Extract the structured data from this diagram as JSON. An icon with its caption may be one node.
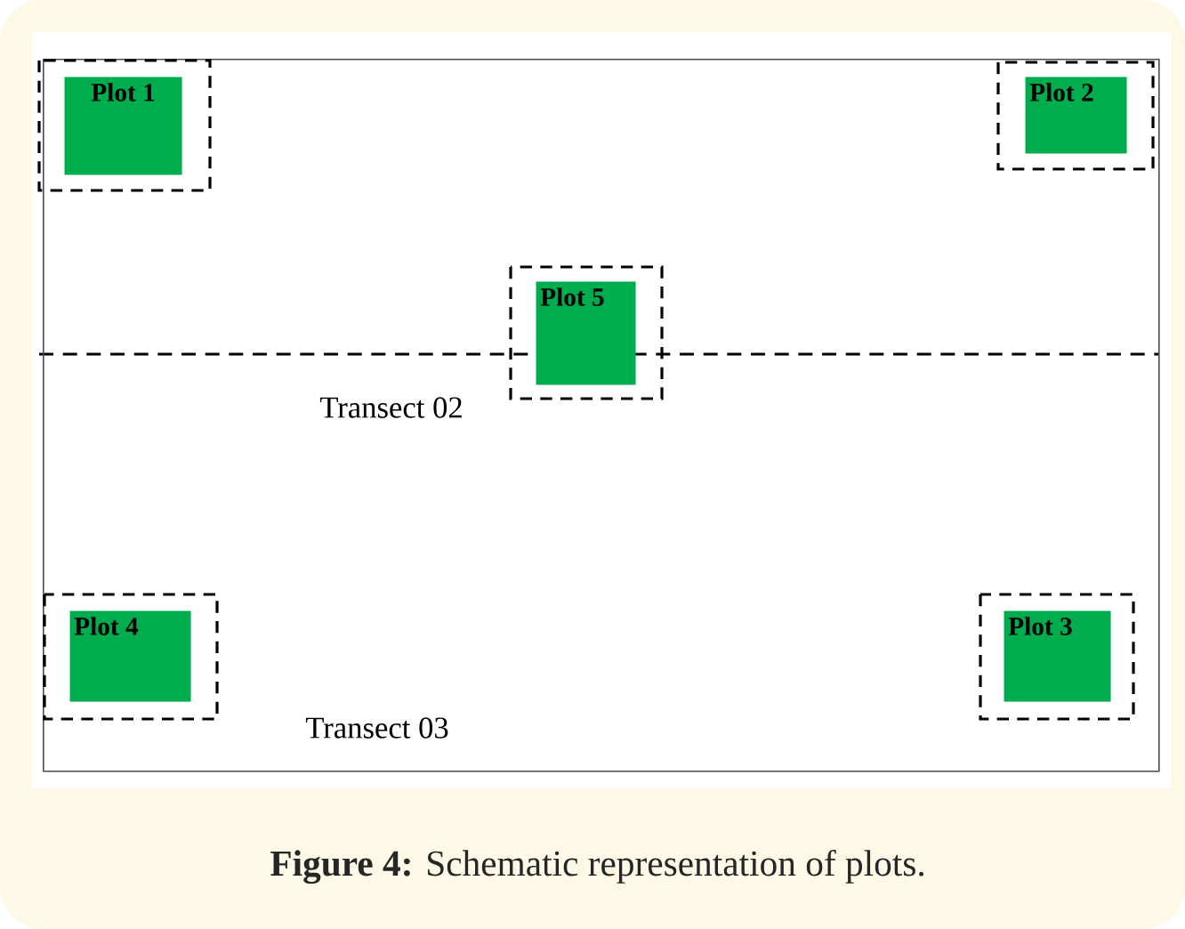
{
  "diagram": {
    "caption": "**Figure 4:** Schematic representation of plots.",
    "nodes": [
      {
        "text": [],
        "shape": "box"
      },
      {
        "text": [
          "Plot 1"
        ],
        "in": 0
      },
      {
        "text": [
          "Plot 2"
        ],
        "in": 0
      },
      {
        "text": [
          "Plot 5"
        ],
        "in": 0
      },
      {
        "text": [
          "Plot 4"
        ],
        "in": 0
      },
      {
        "text": [
          "Plot 3"
        ],
        "in": 0
      }
    ],
    "labels": [
      "Transect 02",
      "Transect 03"
    ]
  }
}
